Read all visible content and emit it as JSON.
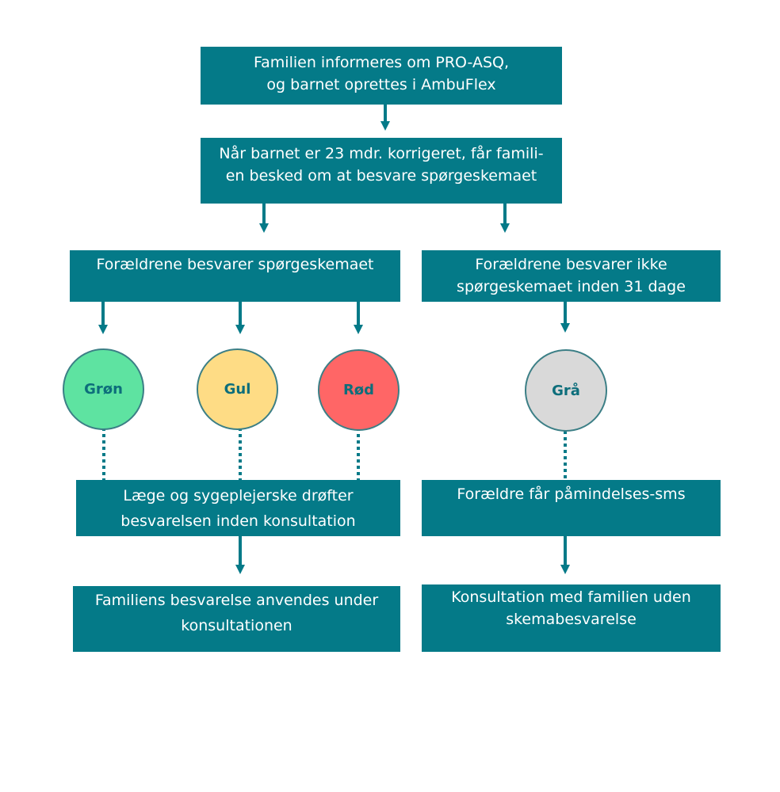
{
  "colors": {
    "box": "#047a88",
    "arrow": "#047a88",
    "circle_text": "#0d6e7b",
    "green": "#5ee3a1",
    "yellow": "#fedc85",
    "red": "#ff6666",
    "gray": "#d9d9d9"
  },
  "boxes": {
    "inform": "Familien informeres om PRO-ASQ,\nog barnet oprettes i AmbuFlex",
    "notify": "Når barnet er 23 mdr. korrigeret, får famili-\nen besked om at besvare spørgeskemaet",
    "answers": "Forældrene besvarer spørgeskemaet",
    "no_answer": "Forældrene besvarer ikke\nspørgeskemaet inden 31 dage",
    "discuss": "Læge og sygeplejerske drøfter\nbesvarelsen inden konsultation",
    "reminder": "Forældre får påmindelses-sms",
    "use_answer": "Familiens besvarelse anvendes under\nkonsultationen",
    "no_form": "Konsultation med familien uden\nskemabesvarelse"
  },
  "circles": {
    "green": "Grøn",
    "yellow": "Gul",
    "red": "Rød",
    "gray": "Grå"
  }
}
